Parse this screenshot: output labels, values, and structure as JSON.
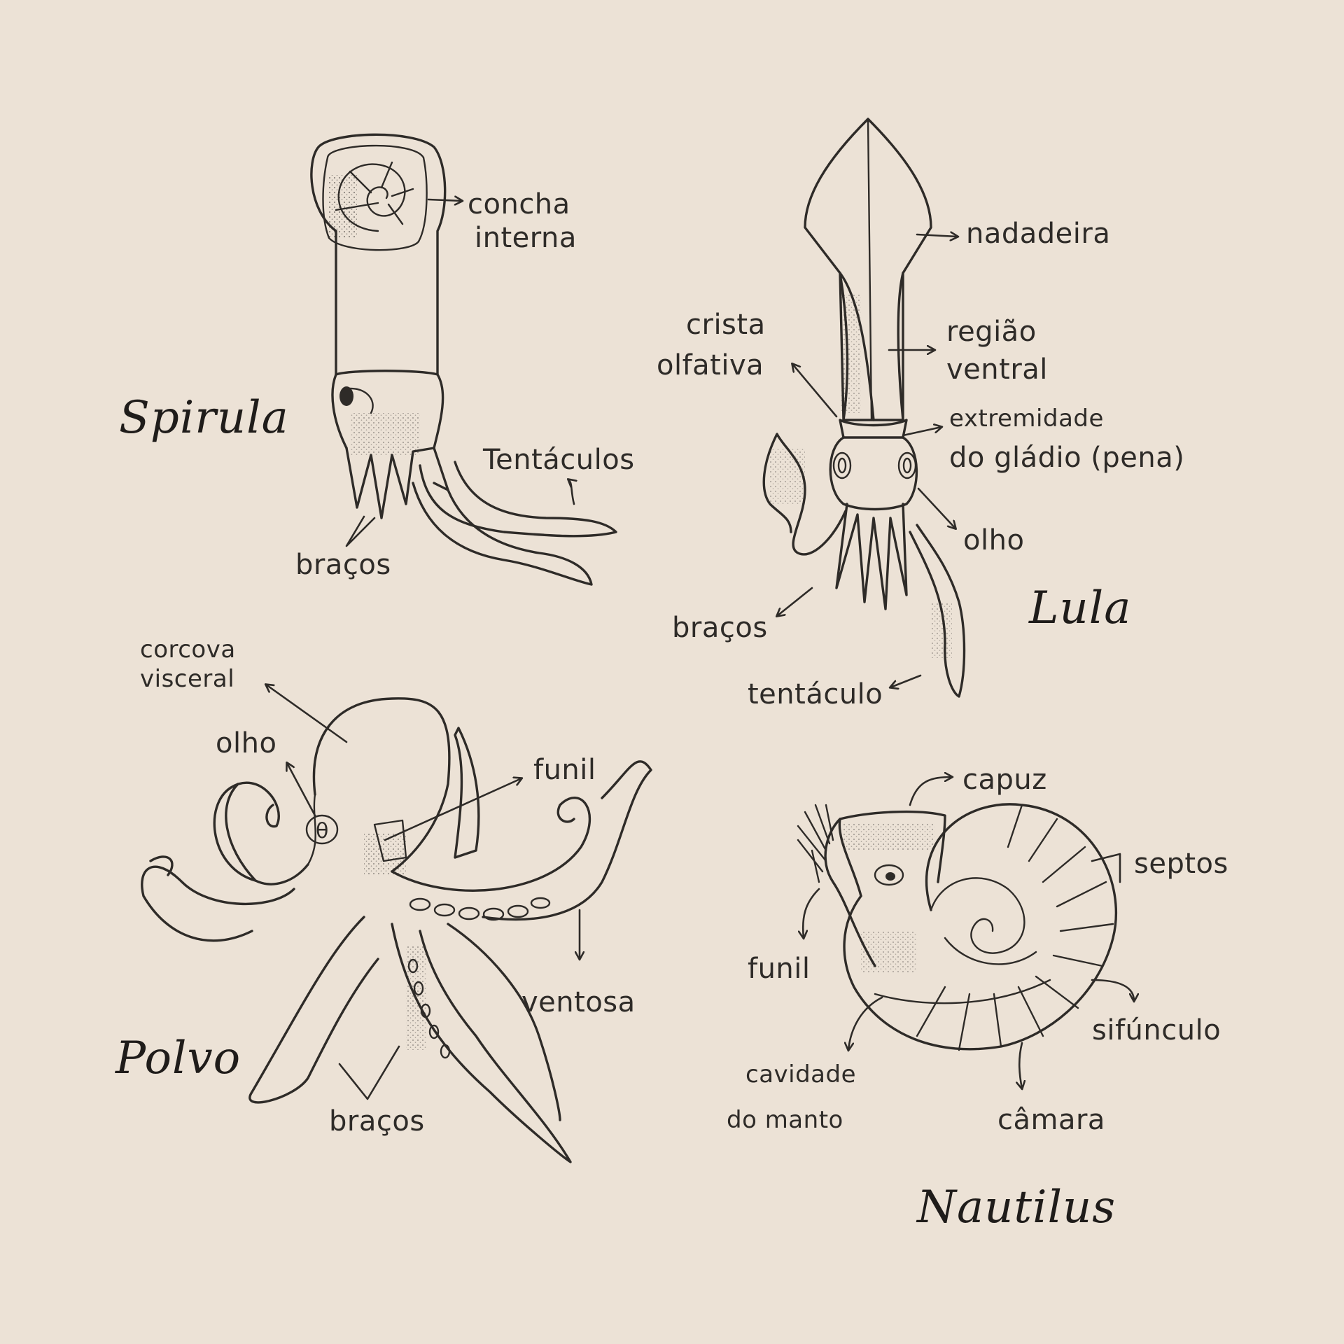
{
  "colors": {
    "background": "#ece2d6",
    "ink": "#2e2b28"
  },
  "panels": {
    "spirula": {
      "title": "Spirula",
      "labels": {
        "concha_interna": [
          "concha",
          "interna"
        ],
        "tentaculos": "Tentáculos",
        "bracos": "braços"
      }
    },
    "lula": {
      "title": "Lula",
      "labels": {
        "nadadeira": "nadadeira",
        "crista_olfativa": [
          "crista",
          "olfativa"
        ],
        "regiao_ventral": [
          "região",
          "ventral"
        ],
        "extremidade_gladio": [
          "extremidade",
          "do gládio (pena)"
        ],
        "olho": "olho",
        "bracos": "braços",
        "tentaculo": "tentáculo"
      }
    },
    "polvo": {
      "title": "Polvo",
      "labels": {
        "corcova_visceral": [
          "corcova",
          "visceral"
        ],
        "olho": "olho",
        "funil": "funil",
        "ventosa": "ventosa",
        "bracos": "braços"
      }
    },
    "nautilus": {
      "title": "Nautilus",
      "labels": {
        "capuz": "capuz",
        "septos": "septos",
        "funil": "funil",
        "sifunculo": "sifúnculo",
        "cavidade_manto": [
          "cavidade",
          "do manto"
        ],
        "camara": "câmara"
      }
    }
  }
}
